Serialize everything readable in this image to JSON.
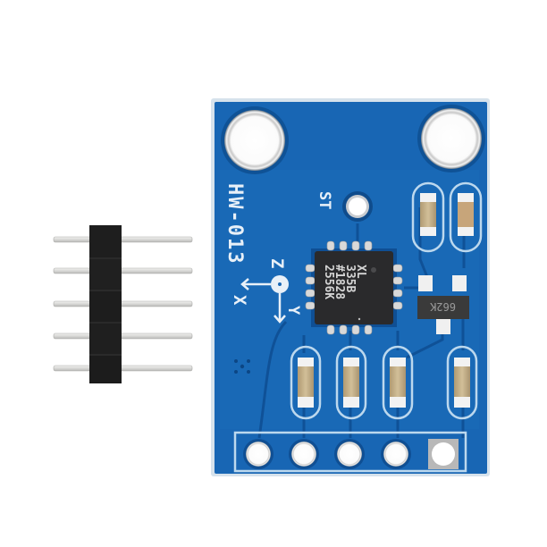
{
  "scene": {
    "description": "ADXL335 3-axis accelerometer breakout board with separate 5-pin male header strip",
    "background_color": "#ffffff"
  },
  "board": {
    "silkscreen_model": "HW-013",
    "pcb_color": "#1866b4",
    "pcb_edge_color": "#cfdde8",
    "silkscreen_color": "#e8f0f8",
    "self_test_label": "ST",
    "axes": {
      "x_label": "X",
      "y_label": "Y",
      "z_label": "Z"
    },
    "mounting_holes": 2,
    "pin_holes": 5
  },
  "chip": {
    "line1": "XL",
    "line2": "335B",
    "line3": "#1828",
    "line4": "2556K",
    "body_color": "#2a2a2c"
  },
  "transistor": {
    "marking": "662K",
    "body_color": "#3a3a3a"
  },
  "capacitors": {
    "count": 6,
    "body_color": "#c9b48c"
  },
  "header": {
    "pin_count": 5,
    "housing_color": "#1c1c1c",
    "pin_color": "#e4e4e2"
  }
}
